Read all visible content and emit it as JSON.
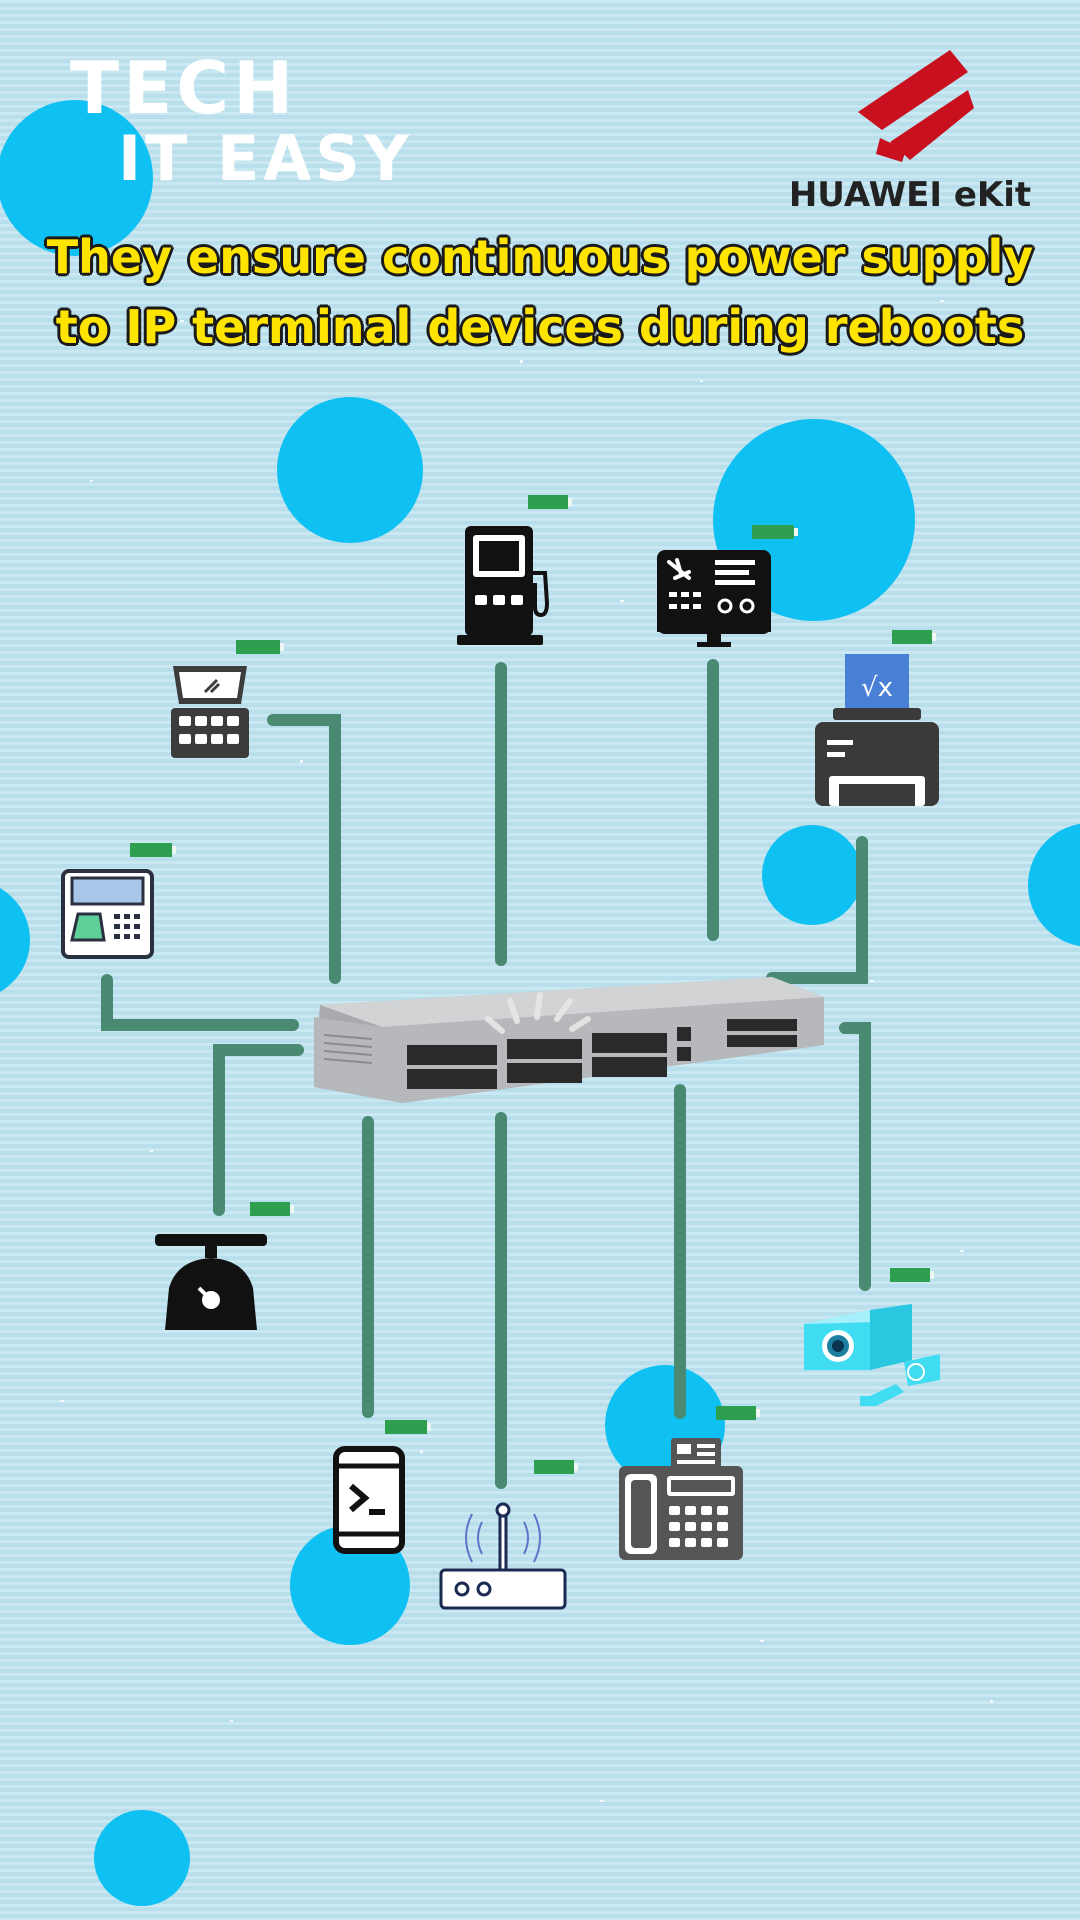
{
  "brand": {
    "line1": "TECH",
    "line2": "IT EASY"
  },
  "vendor": {
    "name": "HUAWEI eKit"
  },
  "headline": {
    "line1": "They ensure continuous power supply",
    "line2": "to IP terminal devices during reboots"
  },
  "colors": {
    "background": "#bfe3ef",
    "bubble": "#0fc1f2",
    "cable": "#4a8a72",
    "power_indicator": "#2e9e4f",
    "headline_text": "#ffe400",
    "logo_red": "#c8101e"
  },
  "devices": [
    {
      "id": "pos-terminal",
      "icon": "pos-terminal-icon"
    },
    {
      "id": "pos-laptop",
      "icon": "pos-laptop-icon"
    },
    {
      "id": "fuel-dispenser",
      "icon": "fuel-dispenser-icon"
    },
    {
      "id": "flight-info-display",
      "icon": "flight-display-icon"
    },
    {
      "id": "receipt-printer",
      "icon": "printer-icon"
    },
    {
      "id": "scale",
      "icon": "scale-icon"
    },
    {
      "id": "terminal-tablet",
      "icon": "terminal-tablet-icon"
    },
    {
      "id": "wireless-router",
      "icon": "router-icon"
    },
    {
      "id": "fax-phone",
      "icon": "fax-phone-icon"
    },
    {
      "id": "security-camera",
      "icon": "camera-icon"
    }
  ],
  "center_device": {
    "id": "poe-switch",
    "icon": "switch-icon"
  }
}
